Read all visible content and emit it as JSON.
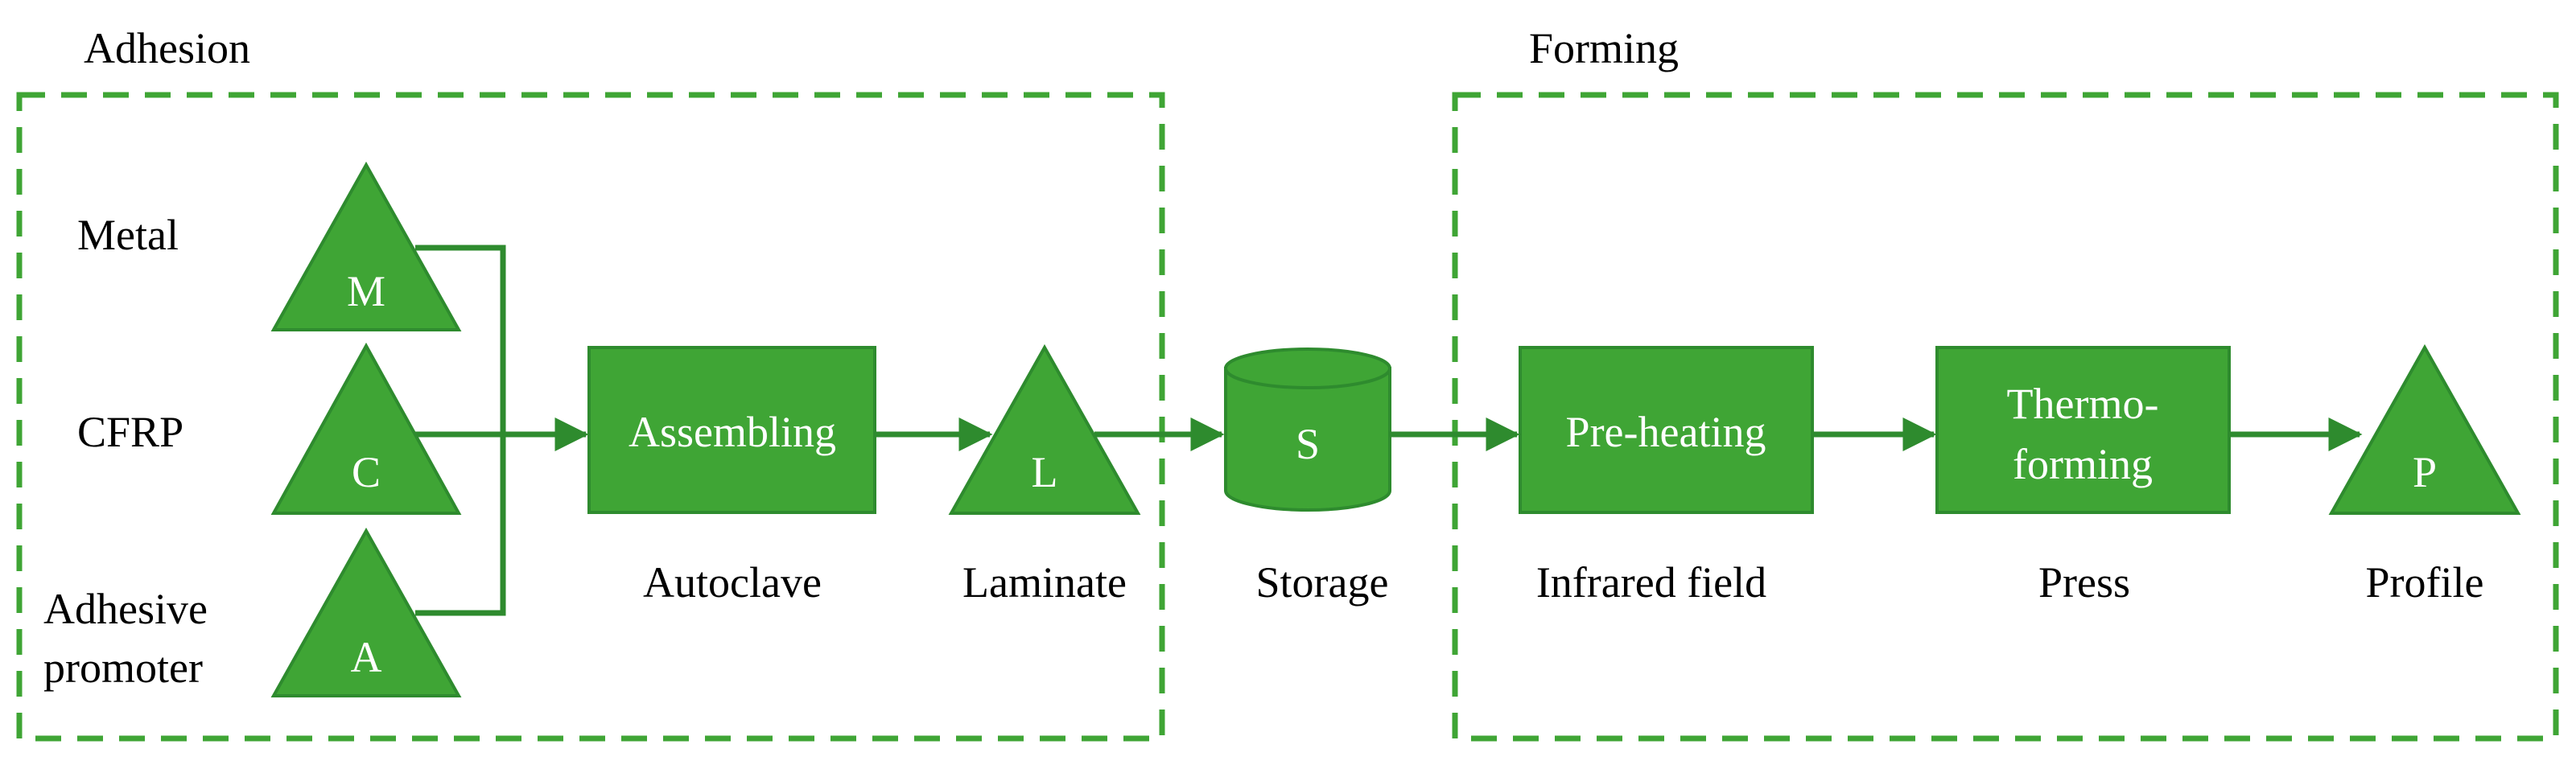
{
  "groups": {
    "adhesion": "Adhesion",
    "forming": "Forming"
  },
  "inputs": {
    "metal": {
      "label": "Metal",
      "symbol": "M"
    },
    "cfrp": {
      "label": "CFRP",
      "symbol": "C"
    },
    "adhesive": {
      "label_line1": "Adhesive",
      "label_line2": "promoter",
      "symbol": "A"
    }
  },
  "steps": {
    "assembling": {
      "label": "Assembling",
      "caption": "Autoclave"
    },
    "laminate": {
      "symbol": "L",
      "caption": "Laminate"
    },
    "storage": {
      "symbol": "S",
      "caption": "Storage"
    },
    "preheating": {
      "label": "Pre-heating",
      "caption": "Infrared field"
    },
    "thermoforming": {
      "label_line1": "Thermo-",
      "label_line2": "forming",
      "caption": "Press"
    },
    "profile": {
      "symbol": "P",
      "caption": "Profile"
    }
  },
  "colors": {
    "fill": "#3fa535",
    "stroke": "#2e8b2e",
    "frame": "#3fa535"
  }
}
